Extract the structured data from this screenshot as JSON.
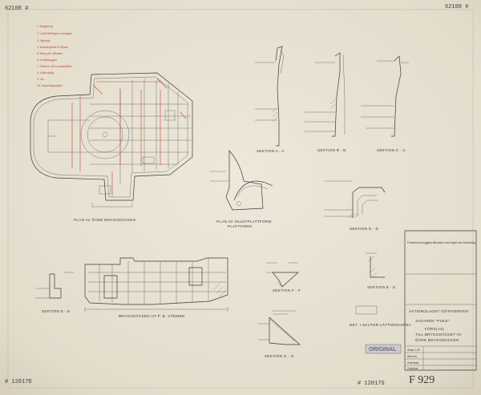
{
  "corner_refs": {
    "top_left": "62108 #",
    "top_right": "62108 #",
    "bottom_left": "# 12017D",
    "bottom_center": "# 12017S"
  },
  "legend": {
    "items": [
      "1. Bryggering",
      "2. Luftbehållningen omslagsbr.",
      "3. Styrhylla",
      "4. Bussningfäste för lilyssp.",
      "5. Rizing för rökfödsbr.",
      "6. Kompilbrygger",
      "7. Plattform för kompaskhåller",
      "8. Kulbordslåg",
      "9. Ulu",
      "10. Avkylningsgrylighr"
    ]
  },
  "views": {
    "plan": "PLAN AV ÖVRE BRYGGDÄCKEN",
    "section_aa": "SEKTION A - A",
    "section_bb": "SEKTION B - B",
    "section_cc": "SEKTION C - C",
    "platform_plan": "PLAN AV SKJUTPLATTFORM",
    "platform_plan_2": "PLATTFORM",
    "section_ff": "SEKTION F - F",
    "section_ee": "SEKTION E - E",
    "section_dd": "SEKTION D - D",
    "elevation": "BRYGGDÄCKEN UT P. B. VÄRMEN",
    "section_gg": "SEKTION G - G",
    "detail": "DET. I SKUTER LÄTTNINGARNA"
  },
  "title_block": {
    "note_scribble": "Föreskrivna bryggtak tillsvidare med vägar och kornavslag",
    "company": "AKTIEBOLAGET GÖTAVERKEN",
    "vessel": "JAGAREN \"PUKE\"",
    "drawing_type": "FÖRSLAG",
    "subject_1": "TILL BRYGGDÄCKET AV",
    "subject_2": "ÖVRE BRYGGDÄCKEN",
    "drawing_no": "F 929",
    "original_stamp": "ORIGINAL",
    "scale_rows": [
      "Skala 1:25",
      "Ritad av",
      "Granskad",
      "Godkänd"
    ]
  }
}
